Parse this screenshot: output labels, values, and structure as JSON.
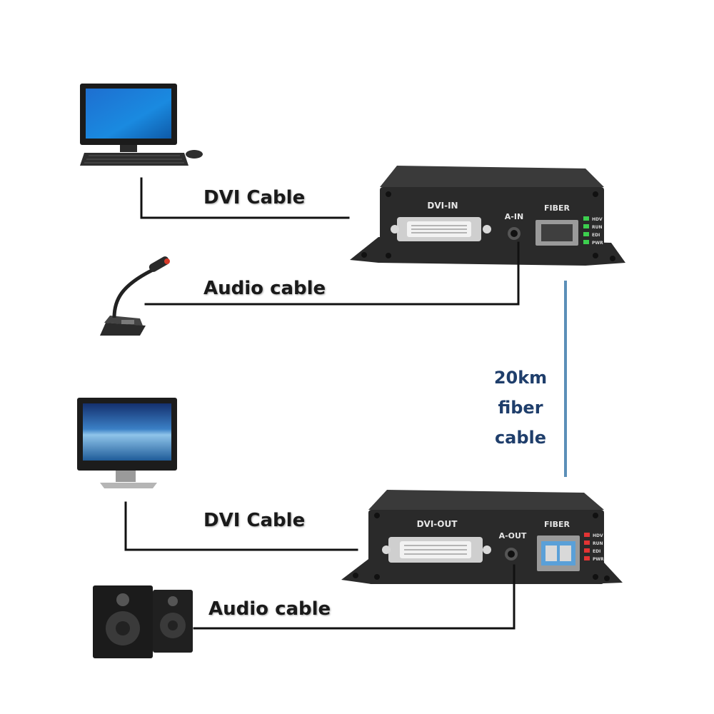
{
  "labels": {
    "dvi_cable_top": "DVI Cable",
    "audio_cable_top": "Audio cable",
    "dvi_cable_bottom": "DVI Cable",
    "audio_cable_bottom": "Audio cable"
  },
  "fiber_label": [
    "20km",
    "fiber",
    "cable"
  ],
  "transmitter": {
    "port_video": "DVI-IN",
    "port_audio": "A-IN",
    "port_fiber": "FIBER",
    "leds": [
      "HDV",
      "RUN",
      "EDI",
      "PWR"
    ],
    "led_color": "#3ccf4e"
  },
  "receiver": {
    "port_video": "DVI-OUT",
    "port_audio": "A-OUT",
    "port_fiber": "FIBER",
    "leds": [
      "HDV",
      "RUN",
      "EDI",
      "PWR"
    ],
    "led_color": "#e23434"
  },
  "colors": {
    "cable": "#111111",
    "fiber_line": "#5b8fb8",
    "device_body": "#2a2a2a"
  }
}
